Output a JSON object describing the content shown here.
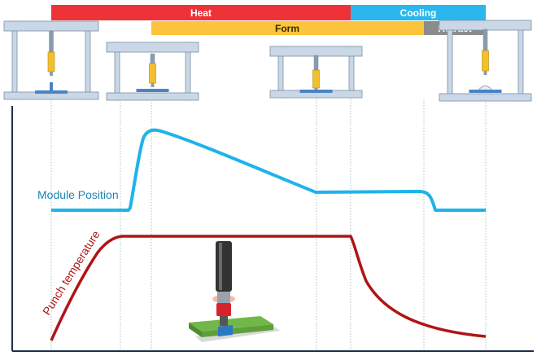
{
  "phases": [
    {
      "id": "heat",
      "label": "Heat",
      "color": "#ee3338"
    },
    {
      "id": "cooling",
      "label": "Cooling",
      "color": "#2ab7ec"
    },
    {
      "id": "form",
      "label": "Form",
      "color": "#fcc33c"
    },
    {
      "id": "retract",
      "label": "Retract",
      "color": "#8c8c8c"
    }
  ],
  "curves": {
    "module_position": {
      "label": "Module Position",
      "color": "#1fb3ea",
      "label_color": "#1c84b4"
    },
    "punch_temperature": {
      "label": "Punch temperature",
      "color": "#b01414"
    }
  },
  "illustration": {
    "punch_body": "#333333",
    "heater": "#d8232a",
    "substrate": "#70b84a",
    "base": "#2f77c1"
  },
  "colors": {
    "axis": "#1c2f4c",
    "gridline": "#8fb3cf",
    "press_frame": "#c9d7e6",
    "press_outline": "#7d8fa3",
    "press_plate": "#4a84c4",
    "press_module": "#f2c02e"
  }
}
